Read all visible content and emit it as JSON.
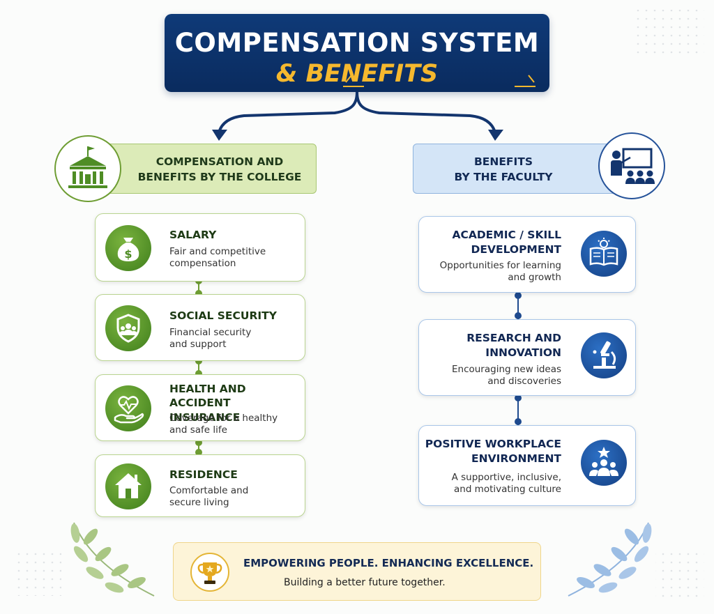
{
  "title": {
    "line1": "COMPENSATION SYSTEM",
    "line2": "& BENEFITS"
  },
  "left_header": {
    "line1": "COMPENSATION AND",
    "line2": "BENEFITS BY THE COLLEGE"
  },
  "right_header": {
    "line1": "BENEFITS",
    "line2": "BY THE FACULTY"
  },
  "left_items": [
    {
      "title1": "SALARY",
      "title2": "",
      "desc1": "Fair and competitive",
      "desc2": "compensation",
      "icon": "money-bag-icon"
    },
    {
      "title1": "SOCIAL SECURITY",
      "title2": "",
      "desc1": "Financial security",
      "desc2": "and support",
      "icon": "shield-people-icon"
    },
    {
      "title1": "HEALTH AND",
      "title2": "ACCIDENT INSURANCE",
      "desc1": "Coverage for a healthy",
      "desc2": "and safe life",
      "icon": "heart-hand-icon"
    },
    {
      "title1": "RESIDENCE",
      "title2": "",
      "desc1": "Comfortable and",
      "desc2": "secure living",
      "icon": "house-icon"
    }
  ],
  "right_items": [
    {
      "title1": "ACADEMIC / SKILL",
      "title2": "DEVELOPMENT",
      "desc1": "Opportunities for learning",
      "desc2": "and growth",
      "icon": "book-lightbulb-icon"
    },
    {
      "title1": "RESEARCH AND",
      "title2": "INNOVATION",
      "desc1": "Encouraging new ideas",
      "desc2": "and discoveries",
      "icon": "microscope-icon"
    },
    {
      "title1": "POSITIVE WORKPLACE",
      "title2": "ENVIRONMENT",
      "desc1": "A supportive, inclusive,",
      "desc2": "and motivating culture",
      "icon": "team-star-icon"
    }
  ],
  "footer": {
    "main": "EMPOWERING PEOPLE. ENHANCING EXCELLENCE.",
    "sub": "Building a better future together."
  },
  "colors": {
    "navy": "#0a2b5e",
    "gold": "#f5b82e",
    "green": "#4f8d25",
    "blue": "#1a4a8e",
    "green_light": "#dcebb8",
    "blue_light": "#d4e5f7",
    "footer_bg": "#fdf4d8"
  }
}
